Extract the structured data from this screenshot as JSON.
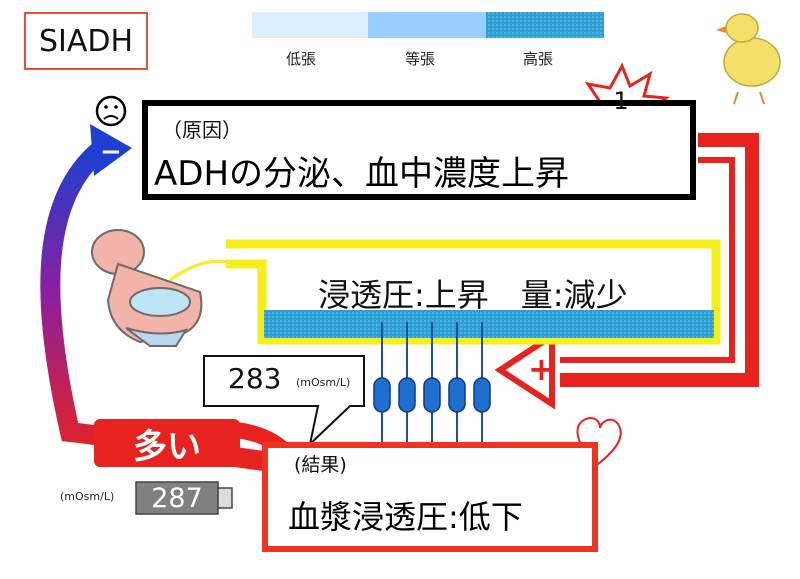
{
  "title": "SIADH",
  "scale": {
    "labels": [
      "低張",
      "等張",
      "高張"
    ],
    "colors": [
      "#dcefff",
      "#99ccff",
      "#2e9fd3"
    ]
  },
  "cause": {
    "label": "（原因）",
    "text": "ADHの分泌、血中濃度上昇",
    "badge_number": "1"
  },
  "kidney": {
    "text": "浸透圧:上昇　量:減少"
  },
  "result": {
    "label": "(結果)",
    "text": "血漿浸透圧:低下"
  },
  "bubble": {
    "value": "283",
    "unit": "(mOsm/L)"
  },
  "urine": {
    "label": "多い"
  },
  "meter": {
    "value": "287",
    "unit": "(mOsm/L)"
  },
  "feedback": {
    "negative_sign": "−",
    "positive_sign": "+"
  },
  "channel_sign": "+",
  "channel_count": 5,
  "colors": {
    "red": "#e8231f",
    "blue_arrow": "#1f3fd0",
    "yellow": "#f4ef1a",
    "channel_blue": "#1f6fd0",
    "meter_gray": "#808080"
  }
}
